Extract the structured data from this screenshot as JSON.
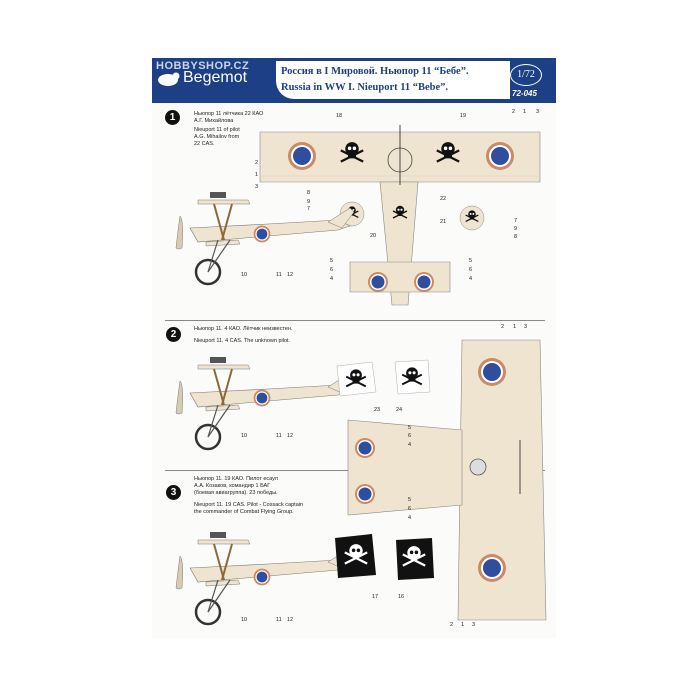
{
  "header": {
    "watermark": "HOBBYSHOP.CZ",
    "brand": "Begemot",
    "title_ru": "Россия в I Мировой. Ньюпор 11 “Бебе”.",
    "title_en": "Russia in WW I.  Nieuport 11 “Bebe”.",
    "scale": "1/72",
    "code": "72-045"
  },
  "schemes": [
    {
      "number": "1",
      "text_ru": "Ньюпор  11  лётчика  22 КАО\nА.Г. Михайлова",
      "text_en": "Nieuport 11 of pilot\nA.G. Mihailov from\n22 CAS."
    },
    {
      "number": "2",
      "text_ru": "Ньюпор  11.  4 КАО.  Лётчик неизвестен.",
      "text_en": "Nieuport 11.  4 CAS.  The unknown pilot."
    },
    {
      "number": "3",
      "text_ru": "Ньюпор  11.  19 КАО.  Пилот  есаул\nА.А. Козаков, командир 1 БАГ\n(боевая авиагруппа).  23 победы.",
      "text_en": "Nieuport 11. 19 CAS. Pilot - Cossack captain\nthe commander of Combat Flying Group."
    }
  ],
  "callouts": {
    "s1_wing_top": [
      "18",
      "19"
    ],
    "s1_wing_right": [
      "2",
      "1",
      "3"
    ],
    "s1_wing_left": [
      "2",
      "1",
      "3"
    ],
    "s1_fuselage_left": [
      "8",
      "9",
      "7"
    ],
    "s1_20": "20",
    "s1_22": "22",
    "s1_21": "21",
    "s1_right": [
      "7",
      "9",
      "8"
    ],
    "s1_side": [
      "10",
      "11",
      "12"
    ],
    "s1_lower_left": [
      "5",
      "6",
      "4"
    ],
    "s1_lower_right": [
      "5",
      "6",
      "4"
    ],
    "s2_wing_top": [
      "2",
      "1",
      "3"
    ],
    "s2_side": [
      "10",
      "11",
      "12"
    ],
    "s2_23": "23",
    "s2_24": "24",
    "s2_mid_upper": [
      "5",
      "6",
      "4"
    ],
    "s2_mid_lower": [
      "5",
      "6",
      "4"
    ],
    "s3_side": [
      "10",
      "11",
      "12"
    ],
    "s3_17": "17",
    "s3_16": "16",
    "s3_wing_bottom": [
      "2",
      "1",
      "3"
    ]
  },
  "colors": {
    "brand_blue": "#1d3f86",
    "roundel_blue": "#2f4f9e",
    "roundel_red": "#c98a64",
    "airframe": "#efe4cf"
  }
}
